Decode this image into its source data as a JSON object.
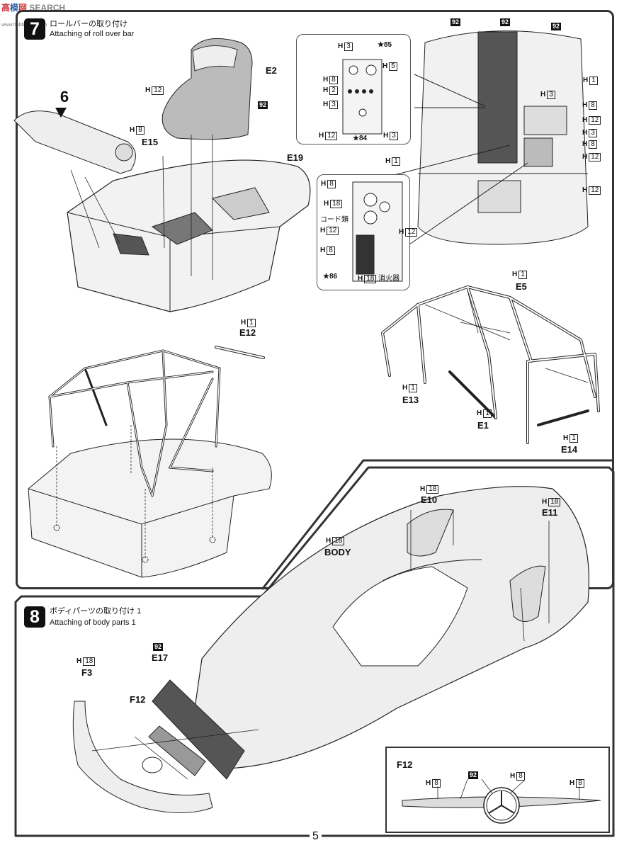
{
  "watermark": {
    "brand": "SEARCH",
    "sub": "www.hobbysearch.jp"
  },
  "step7": {
    "number": "7",
    "title_ja": "ロールバーの取り付け",
    "title_en": "Attaching of roll over bar"
  },
  "step8": {
    "number": "8",
    "title_ja": "ボディパーツの取り付け 1",
    "title_en": "Attaching of body parts 1"
  },
  "ref_step": "6",
  "parts": {
    "e2": "E2",
    "e15": "E15",
    "e19": "E19",
    "e12": "E12",
    "e5": "E5",
    "e13": "E13",
    "e1": "E1",
    "e14": "E14",
    "e10": "E10",
    "e11": "E11",
    "body": "BODY",
    "f3": "F3",
    "e17": "E17",
    "f12": "F12",
    "f12_detail": "F12"
  },
  "callout": {
    "cords": "コード類",
    "extinguisher": "消火器",
    "star85": "85",
    "star84": "84",
    "star86": "86"
  },
  "color_tags": {
    "g92": "92"
  },
  "colors": {
    "H": "H",
    "h1": "1",
    "h2": "2",
    "h3": "3",
    "h5": "5",
    "h8": "8",
    "h12": "12",
    "h18": "18"
  },
  "page_number": "5"
}
